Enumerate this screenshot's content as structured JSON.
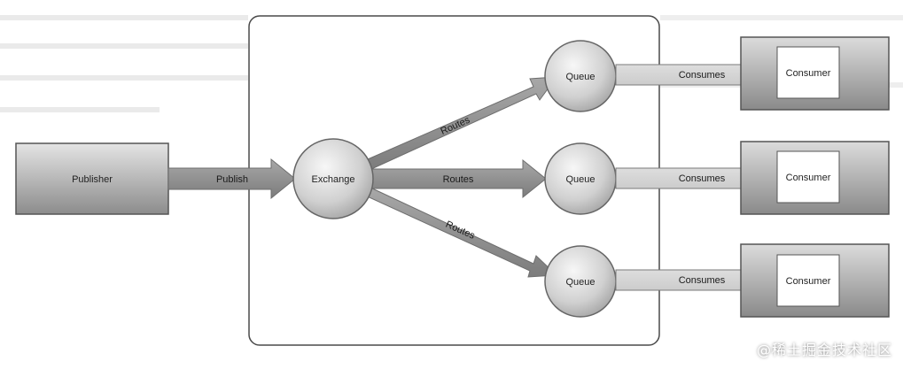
{
  "diagram": {
    "publisher_label": "Publisher",
    "publish_label": "Publish",
    "exchange_label": "Exchange",
    "routes_labels": [
      "Routes",
      "Routes",
      "Routes"
    ],
    "queue_labels": [
      "Queue",
      "Queue",
      "Queue"
    ],
    "consumes_labels": [
      "Consumes",
      "Consumes",
      "Consumes"
    ],
    "consumer_labels": [
      "Consumer",
      "Consumer",
      "Consumer"
    ]
  },
  "watermark": "@稀土掘金技术社区",
  "colors": {
    "box_gradient_top": "#e2e2e2",
    "box_gradient_bottom": "#8a8a8a",
    "arrow_dark": "#8f8f8f",
    "arrow_light": "#d2d2d2",
    "circle_light": "#f2f2f2",
    "circle_dark": "#a3a3a3"
  }
}
